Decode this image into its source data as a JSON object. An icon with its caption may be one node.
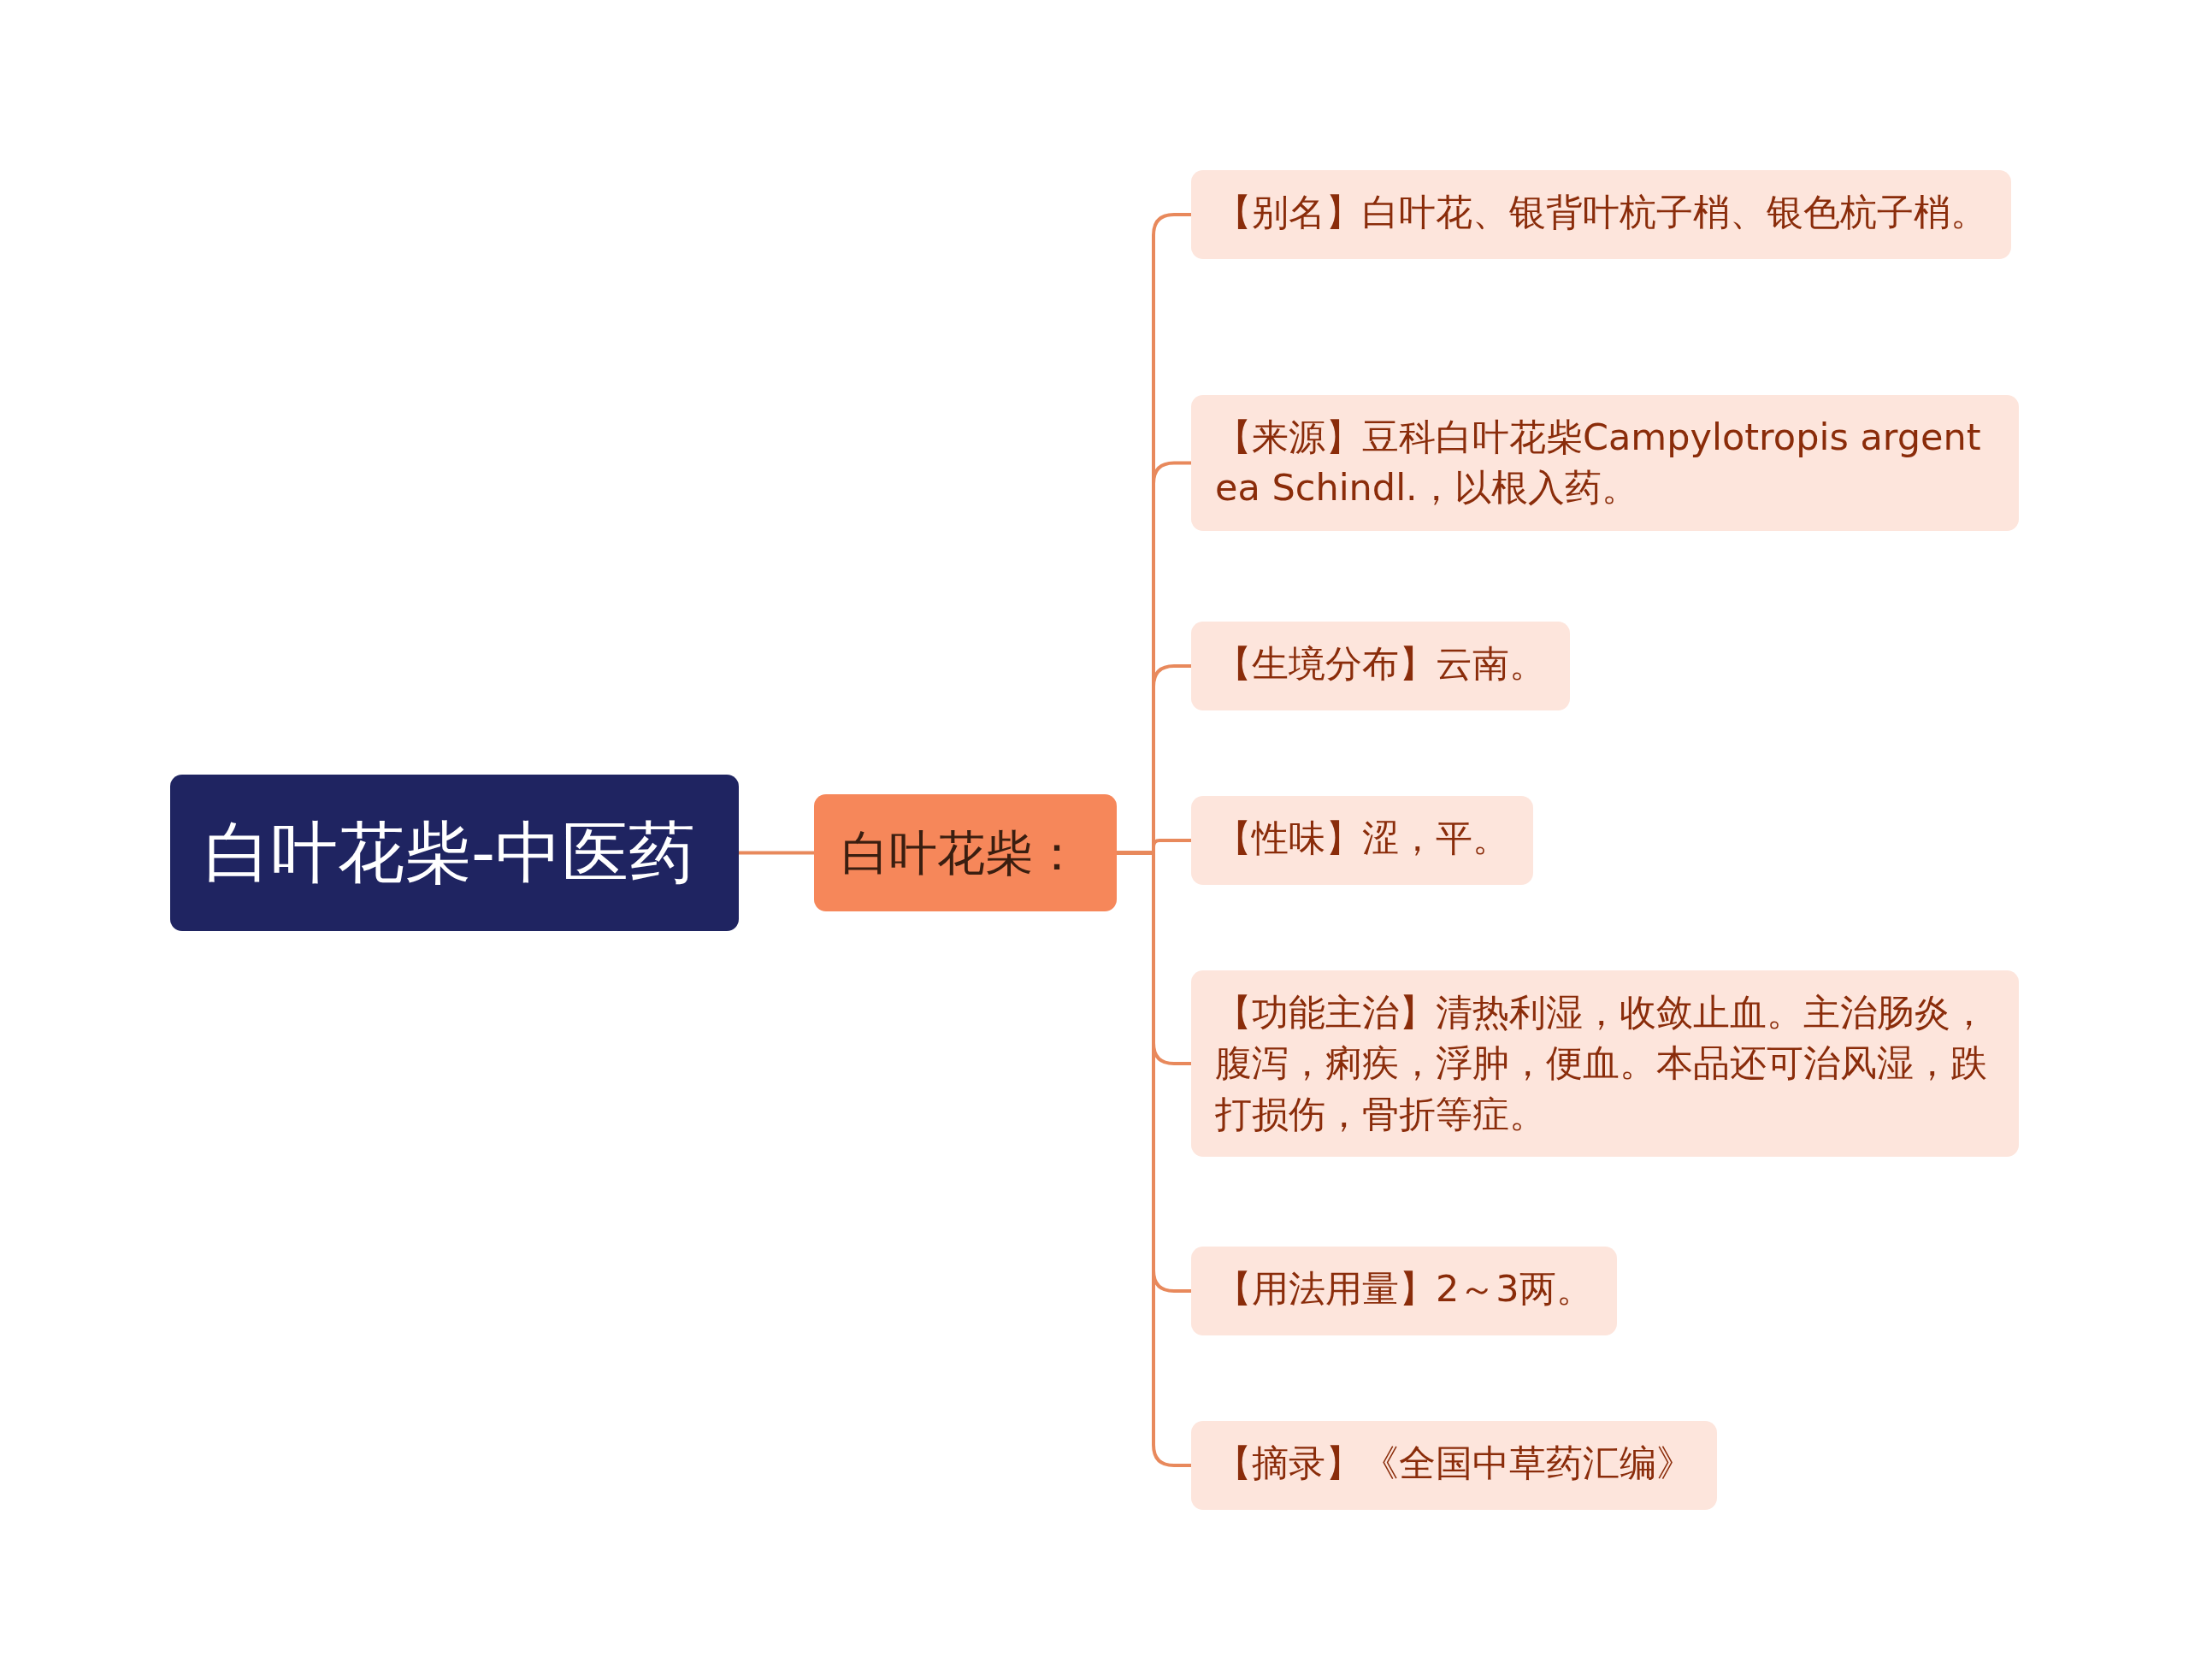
{
  "diagram": {
    "nodes": [
      {
        "text": [
          "白叶花柴-中医药"
        ]
      },
      {
        "text": [
          "白叶花柴："
        ]
      },
      {
        "text": [
          "【别名】白叶花、银背叶杭子梢、银色杭子梢。"
        ]
      },
      {
        "text": [
          "【来源】豆科白叶花柴Campylotropis argentea Schindl.，以根入药。"
        ]
      },
      {
        "text": [
          "【生境分布】云南。"
        ]
      },
      {
        "text": [
          "【性味】涩，平。"
        ]
      },
      {
        "text": [
          "【功能主治】清热利湿，收敛止血。主治肠炎，腹泻，痢疾，浮肿，便血。本品还可治风湿，跌打损伤，骨折等症。"
        ]
      },
      {
        "text": [
          "【用法用量】2～3两。"
        ]
      },
      {
        "text": [
          "【摘录】《全国中草药汇编》"
        ]
      }
    ],
    "edges": [
      {
        "from": 0,
        "to": 1,
        "arrow": "none"
      },
      {
        "from": 1,
        "to": 2,
        "arrow": "none"
      },
      {
        "from": 1,
        "to": 3,
        "arrow": "none"
      },
      {
        "from": 1,
        "to": 4,
        "arrow": "none"
      },
      {
        "from": 1,
        "to": 5,
        "arrow": "none"
      },
      {
        "from": 1,
        "to": 6,
        "arrow": "none"
      },
      {
        "from": 1,
        "to": 7,
        "arrow": "none"
      },
      {
        "from": 1,
        "to": 8,
        "arrow": "none"
      }
    ]
  }
}
